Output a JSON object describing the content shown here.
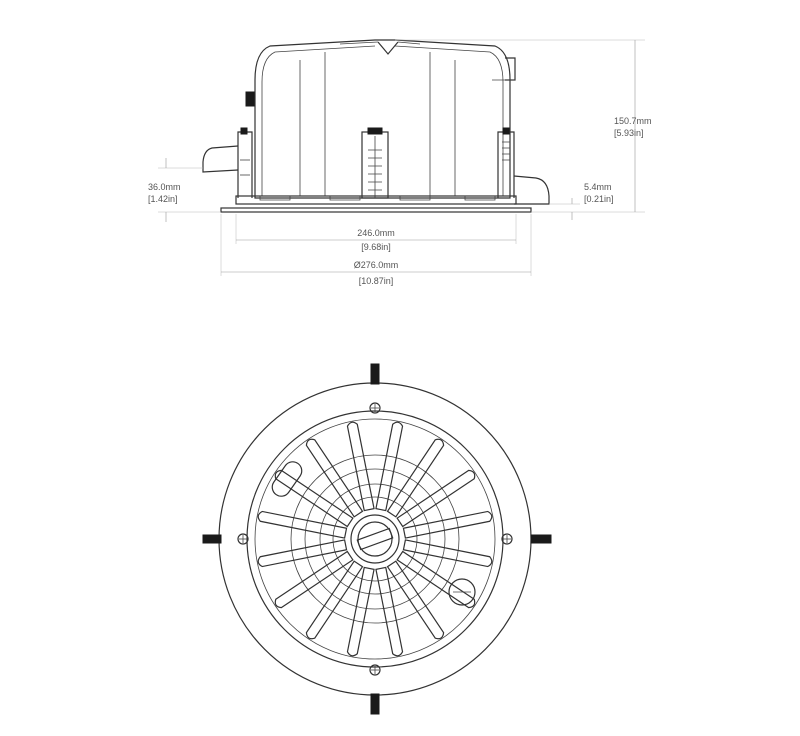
{
  "dimensions": {
    "height_mm": "150.7mm",
    "height_in": "[5.93in]",
    "flange_mm": "36.0mm",
    "flange_in": "[1.42in]",
    "edge_mm": "5.4mm",
    "edge_in": "[0.21in]",
    "cutout_mm": "246.0mm",
    "cutout_in": "[9.68in]",
    "diameter_mm": "Ø276.0mm",
    "diameter_in": "[10.87in]"
  },
  "colors": {
    "line": "#333333",
    "dimension": "#999999",
    "text": "#555555"
  }
}
